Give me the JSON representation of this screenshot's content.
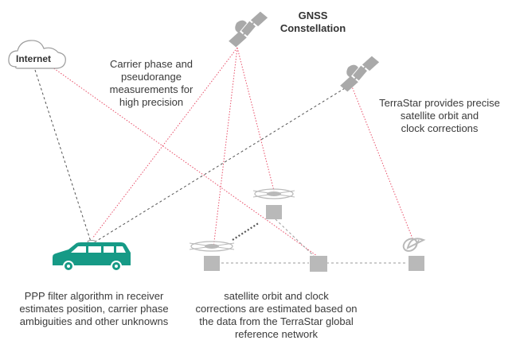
{
  "colors": {
    "red_link": "#e8506a",
    "dark_link": "#555555",
    "gray_link": "#999999",
    "node_gray": "#b9b9b9",
    "car_teal": "#169a86",
    "satellite_gray": "#a9a9a9"
  },
  "labels": {
    "internet": "Internet",
    "gnss_line1": "GNSS",
    "gnss_line2": "Constellation",
    "carrier": [
      "Carrier phase and",
      "pseudorange",
      "measurements for",
      "high precision"
    ],
    "terrastar": [
      "TerraStar provides precise",
      "satellite orbit and",
      "clock corrections"
    ],
    "ppp": [
      "PPP filter algorithm in receiver",
      "estimates position, carrier phase",
      "ambiguities and other unknowns"
    ],
    "network": [
      "satellite orbit and clock",
      "corrections are estimated based on",
      "the data from the TerraStar global",
      "reference network"
    ]
  },
  "icons": {
    "gnss_satellite": "satellite-icon",
    "terrastar_satellite": "satellite-icon",
    "cloud": "cloud-icon",
    "car": "car-icon",
    "ground_station": "antenna-station-icon",
    "uplink": "satellite-dish-icon"
  }
}
